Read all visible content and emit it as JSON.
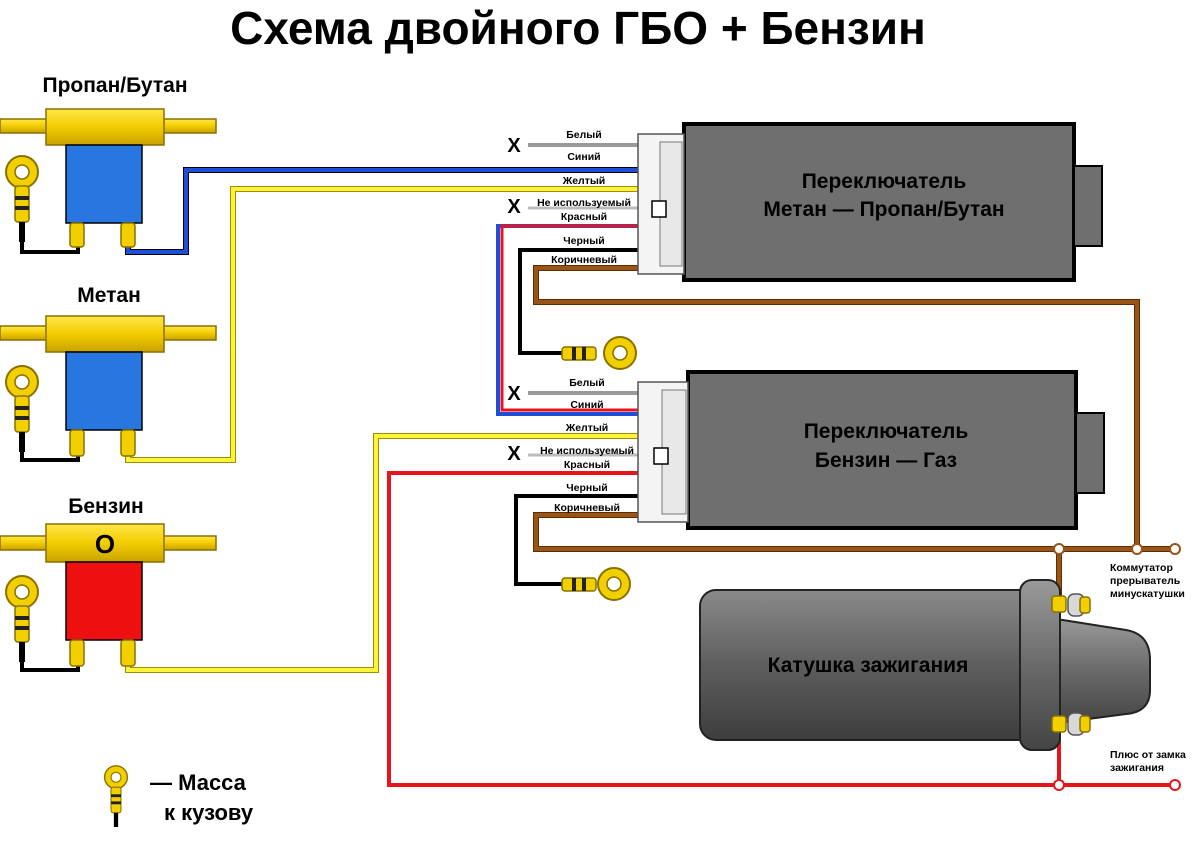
{
  "title": "Схема двойного ГБО + Бензин",
  "valves": [
    {
      "label": "Пропан/Бутан"
    },
    {
      "label": "Метан"
    },
    {
      "label": "Бензин",
      "symbol": "O"
    }
  ],
  "switch1": {
    "line1": "Переключатель",
    "line2": "Метан — Пропан/Бутан",
    "wires": [
      "Белый",
      "Синий",
      "Желтый",
      "Не используемый",
      "Красный",
      "Черный",
      "Коричневый"
    ]
  },
  "switch2": {
    "line1": "Переключатель",
    "line2": "Бензин — Газ",
    "wires": [
      "Белый",
      "Синий",
      "Желтый",
      "Не используемый",
      "Красный",
      "Черный",
      "Коричневый"
    ]
  },
  "unused_mark": "X",
  "coil": {
    "label": "Катушка зажигания"
  },
  "notes": {
    "breaker": [
      "Коммутатор",
      "прерыватель",
      "минускатушки"
    ],
    "ignition": [
      "Плюс от замка",
      "зажигания"
    ]
  },
  "legend": {
    "line1": "— Масса",
    "line2": "к кузову"
  },
  "colors": {
    "blue": "#1f4fd8",
    "yellow": "#fff23a",
    "red": "#e8141c",
    "brown": "#9b5418",
    "gray": "#9a9a9a",
    "black": "#000000",
    "valve_gold": "#f2d000",
    "valve_blue": "#2877e0",
    "valve_red": "#ee1010",
    "box_gray": "#6f6f6f"
  }
}
